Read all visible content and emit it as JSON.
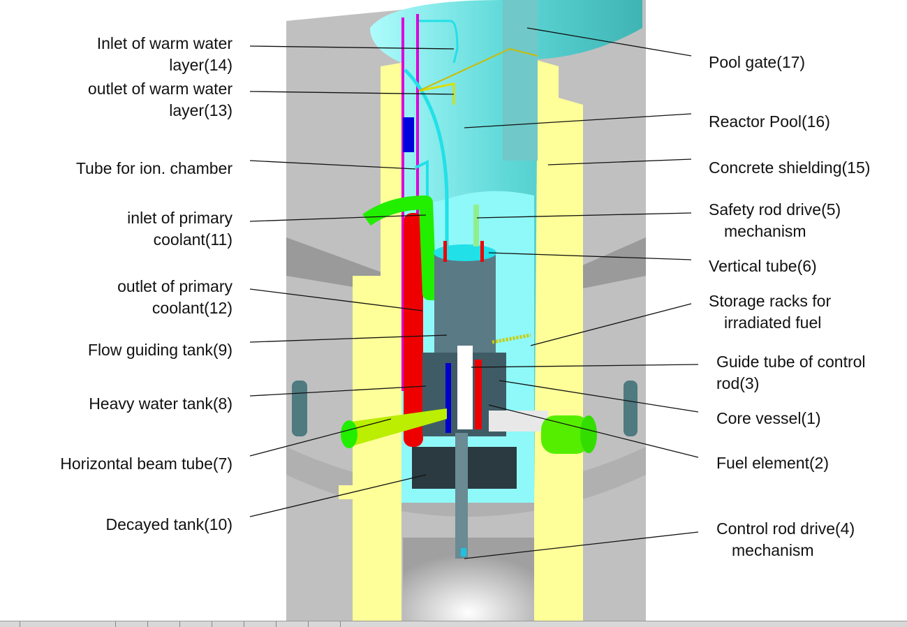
{
  "left_labels": [
    {
      "lines": [
        "Inlet of warm water",
        "layer(14)"
      ]
    },
    {
      "lines": [
        "outlet of warm water",
        "layer(13)"
      ]
    },
    {
      "lines": [
        "Tube for ion. chamber"
      ]
    },
    {
      "lines": [
        "inlet of primary",
        "coolant(11)"
      ]
    },
    {
      "lines": [
        "outlet of primary",
        "coolant(12)"
      ]
    },
    {
      "lines": [
        "Flow guiding tank(9)"
      ]
    },
    {
      "lines": [
        "Heavy water tank(8)"
      ]
    },
    {
      "lines": [
        "Horizontal beam tube(7)"
      ]
    },
    {
      "lines": [
        "Decayed tank(10)"
      ]
    }
  ],
  "right_labels": [
    {
      "lines": [
        "Pool gate(17)"
      ]
    },
    {
      "lines": [
        "Reactor Pool(16)"
      ]
    },
    {
      "lines": [
        "Concrete shielding(15)"
      ]
    },
    {
      "lines": [
        "Safety rod drive(5)",
        "mechanism"
      ]
    },
    {
      "lines": [
        "Vertical tube(6)"
      ]
    },
    {
      "lines": [
        "Storage racks for",
        "irradiated fuel"
      ]
    },
    {
      "lines": [
        "Guide tube of control",
        "rod(3)"
      ]
    },
    {
      "lines": [
        "Core vessel(1)"
      ]
    },
    {
      "lines": [
        "Fuel element(2)"
      ]
    },
    {
      "lines": [
        "Control rod drive(4)",
        "mechanism"
      ]
    }
  ],
  "colors": {
    "concrete": "#c0c0c0",
    "shield": "#ffff99",
    "water": "#7ff0f0",
    "primary_inlet": "#22ee00",
    "primary_outlet": "#ee0000",
    "vessel": "#4a6670"
  }
}
